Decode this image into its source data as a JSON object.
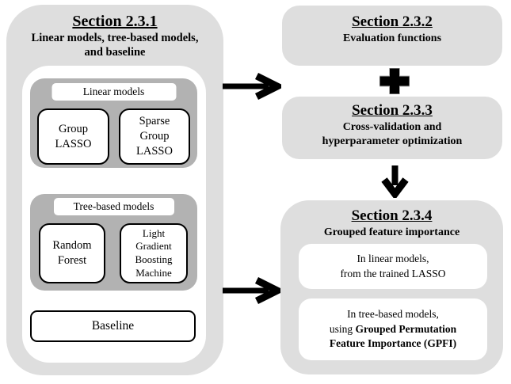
{
  "palette": {
    "panel_gray": "#dedede",
    "group_gray": "#b2b2b2",
    "box_white": "#ffffff",
    "line_black": "#000000"
  },
  "left_panel": {
    "title": "Section 2.3.1",
    "subtitle": "Linear models, tree-based models,\nand baseline",
    "linear_group": {
      "label": "Linear models",
      "models": [
        "Group\nLASSO",
        "Sparse\nGroup\nLASSO"
      ]
    },
    "tree_group": {
      "label": "Tree-based models",
      "models": [
        "Random\nForest",
        "Light\nGradient\nBoosting\nMachine"
      ]
    },
    "baseline_label": "Baseline"
  },
  "right_column": {
    "section_232": {
      "title": "Section 2.3.2",
      "subtitle": "Evaluation functions"
    },
    "section_233": {
      "title": "Section 2.3.3",
      "subtitle": "Cross-validation and\nhyperparameter optimization"
    },
    "section_234": {
      "title": "Section 2.3.4",
      "subtitle": "Grouped feature importance",
      "items": [
        {
          "text": "In linear models,\nfrom the trained LASSO"
        },
        {
          "text_prefix": "In tree-based models,\nusing ",
          "text_bold": "Grouped Permutation\nFeature Importance (GPFI)"
        }
      ]
    }
  },
  "icons": {
    "arrow_right_top": "arrow-right",
    "arrow_right_bottom": "arrow-right",
    "plus": "plus",
    "arrow_down": "arrow-down"
  }
}
